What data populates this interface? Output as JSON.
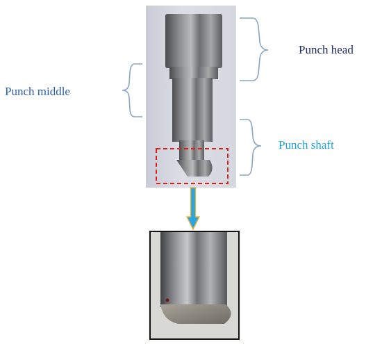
{
  "labels": {
    "punch_head": "Punch head",
    "punch_middle": "Punch middle",
    "punch_shaft": "Punch shaft"
  },
  "colors": {
    "punch_head_label": "#1f2a66",
    "punch_middle_label": "#2a5ea8",
    "punch_shaft_label": "#1ea3e0",
    "bracket": "#8aa4c8",
    "highlight_box": "#e0201c",
    "arrow_fill": "#2aa5e0",
    "arrow_outline": "#e7b43a",
    "zoom_border": "#111111"
  }
}
